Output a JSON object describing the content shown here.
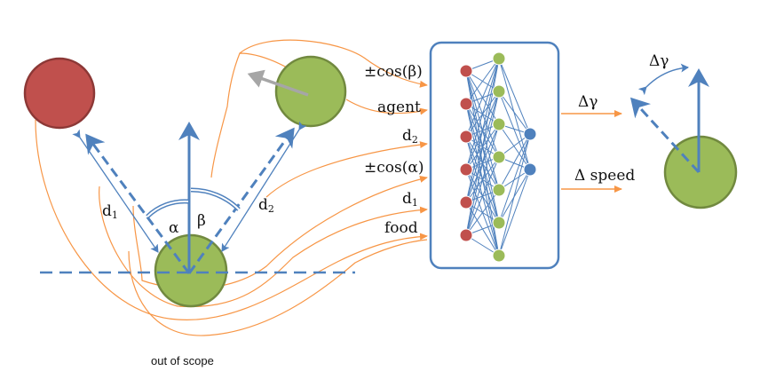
{
  "colors": {
    "food": "#C0504D",
    "food_stroke": "#8C3836",
    "agent": "#9BBB59",
    "agent_stroke": "#71893F",
    "vector": "#4F81BD",
    "connection": "#F79646",
    "velocity": "#A6A6A6",
    "node_red": "#C0504D",
    "node_green": "#9BBB59",
    "node_blue": "#4F81BD"
  },
  "scene": {
    "angle_alpha": "α",
    "angle_beta": "β",
    "distance_d1": {
      "main": "d",
      "sub": "1"
    },
    "distance_d2": {
      "main": "d",
      "sub": "2"
    },
    "out_of_scope_label": "out of scope"
  },
  "inputs": [
    {
      "text": "±cos(β)"
    },
    {
      "text": "agent"
    },
    {
      "main": "d",
      "sub": "2"
    },
    {
      "text": "±cos(α)"
    },
    {
      "main": "d",
      "sub": "1"
    },
    {
      "text": "food"
    }
  ],
  "network": {
    "layers": [
      {
        "role": "input",
        "nodes": 6,
        "color_key": "node_red"
      },
      {
        "role": "hidden",
        "nodes": 7,
        "color_key": "node_green"
      },
      {
        "role": "output",
        "nodes": 2,
        "color_key": "node_blue"
      }
    ]
  },
  "outputs": [
    {
      "text": "Δγ"
    },
    {
      "text": "Δ speed"
    }
  ],
  "result": {
    "delta_gamma_label": "Δγ"
  },
  "icons": [
    "arrowhead-icon",
    "angle-arc-icon"
  ]
}
